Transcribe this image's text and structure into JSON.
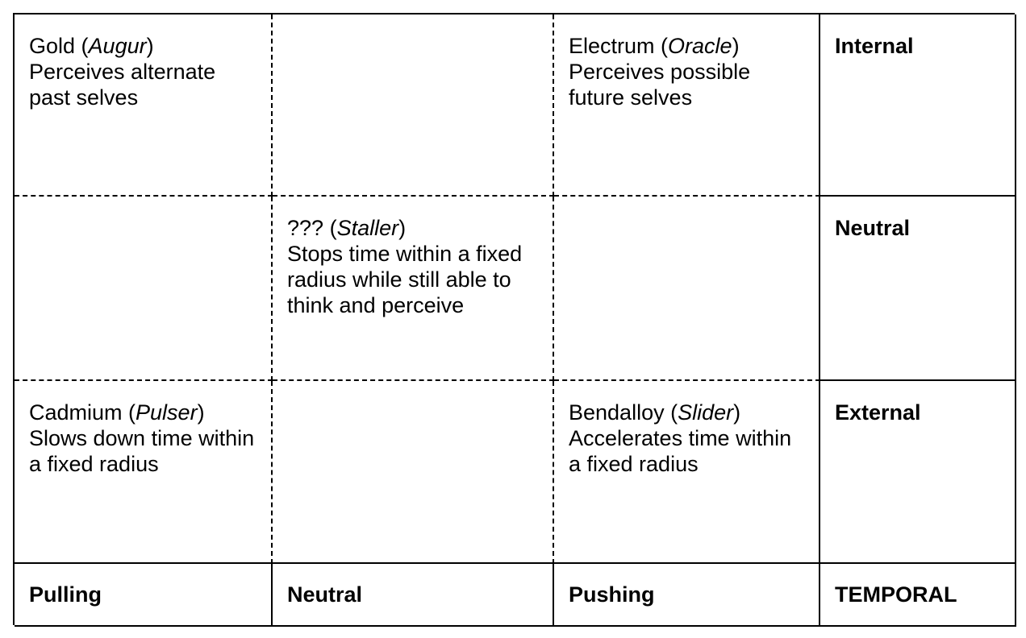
{
  "rows": [
    {
      "cells": [
        {
          "name": "Gold",
          "role": "Augur",
          "desc": "Perceives alternate past selves"
        },
        null,
        {
          "name": "Electrum",
          "role": "Oracle",
          "desc": "Perceives possible future selves"
        }
      ],
      "label": "Internal"
    },
    {
      "cells": [
        null,
        {
          "name": "???",
          "role": "Staller",
          "desc": "Stops time within a fixed radius while still able to think and perceive"
        },
        null
      ],
      "label": "Neutral"
    },
    {
      "cells": [
        {
          "name": "Cadmium",
          "role": "Pulser",
          "desc": "Slows down time within a fixed radius"
        },
        null,
        {
          "name": "Bendalloy",
          "role": "Slider",
          "desc": "Accelerates time within a fixed radius"
        }
      ],
      "label": "External"
    }
  ],
  "footer": {
    "col1": "Pulling",
    "col2": "Neutral",
    "col3": "Pushing",
    "corner": "TEMPORAL"
  }
}
